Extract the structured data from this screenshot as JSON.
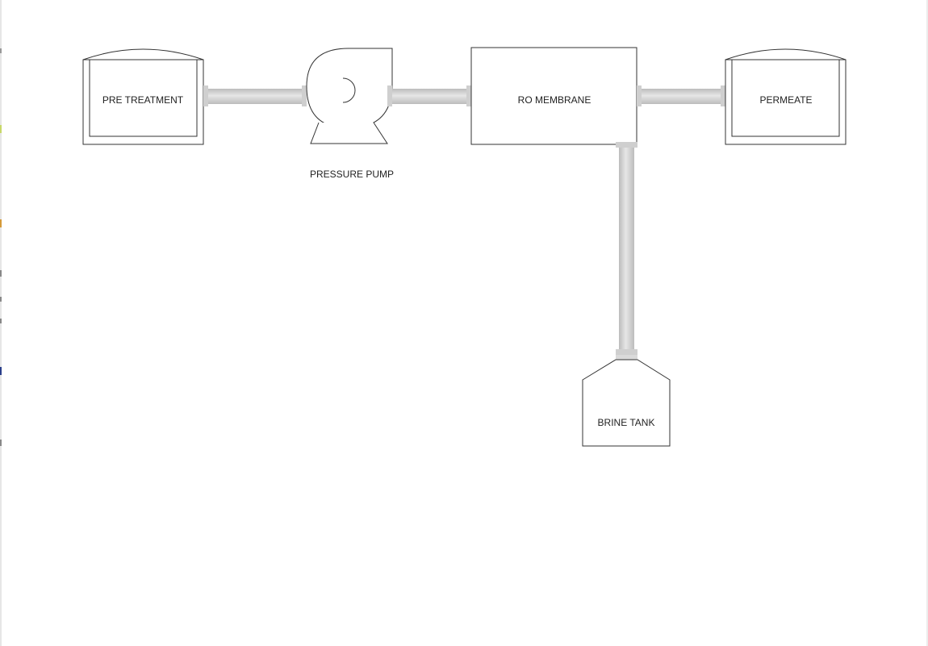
{
  "diagram": {
    "nodes": {
      "pre_treatment": "PRE TREATMENT",
      "pressure_pump": "PRESSURE PUMP",
      "ro_membrane": "RO MEMBRANE",
      "permeate": "PERMEATE",
      "brine_tank": "BRINE TANK"
    }
  },
  "colors": {
    "outline": "#333333",
    "pipe": "#cfcfcf",
    "pipe_highlight": "#e8e8e8",
    "flange": "#bdbdbd"
  }
}
